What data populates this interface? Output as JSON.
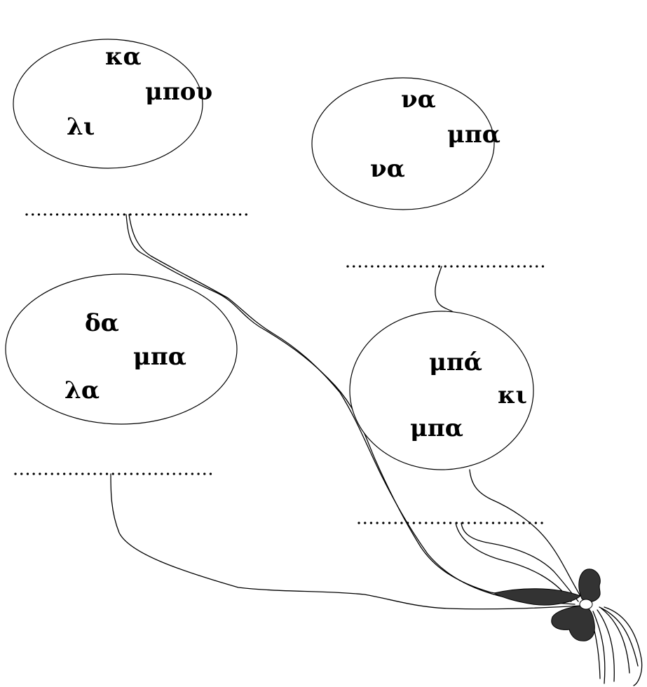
{
  "balloons": [
    {
      "id": "top-left",
      "syllables": [
        "κα",
        "μπου",
        "λι"
      ]
    },
    {
      "id": "top-right",
      "syllables": [
        "να",
        "μπα",
        "να"
      ]
    },
    {
      "id": "middle-left",
      "syllables": [
        "δα",
        "μπα",
        "λα"
      ]
    },
    {
      "id": "middle-right",
      "syllables": [
        "μπά",
        "κι",
        "μπα"
      ]
    }
  ],
  "answer_lines": [
    "",
    "",
    "",
    ""
  ],
  "colors": {
    "ink": "#000000",
    "bow": "#333333",
    "background": "#ffffff"
  }
}
